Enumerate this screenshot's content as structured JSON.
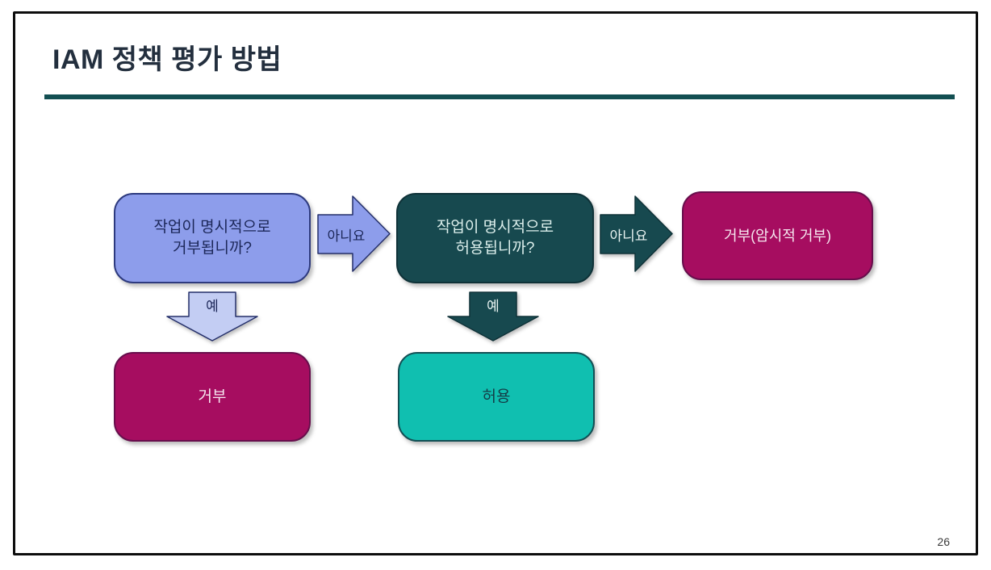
{
  "slide": {
    "title": "IAM 정책 평가 방법",
    "page_number": "26"
  },
  "flowchart": {
    "explicit_deny_question": "작업이 명시적으로\n거부됩니까?",
    "no_label_1": "아니요",
    "explicit_allow_question": "작업이 명시적으로\n허용됩니까?",
    "no_label_2": "아니요",
    "implicit_deny_result": "거부(암시적 거부)",
    "yes_label_1": "예",
    "deny_result": "거부",
    "yes_label_2": "예",
    "allow_result": "허용"
  },
  "colors": {
    "title_text": "#232F3E",
    "divider_teal": "#134F52",
    "question_blue_fill": "#8D9DEB",
    "question_blue_border": "#2D3A7E",
    "light_blue_arrow_fill": "#C3CDF3",
    "dark_teal_fill": "#17494F",
    "dark_teal_border": "#0F3238",
    "magenta_fill": "#A60D60",
    "magenta_border": "#670E4C",
    "turquoise_fill": "#10BFB0",
    "turquoise_border": "#134F54",
    "slide_border": "#0D0D0D"
  }
}
